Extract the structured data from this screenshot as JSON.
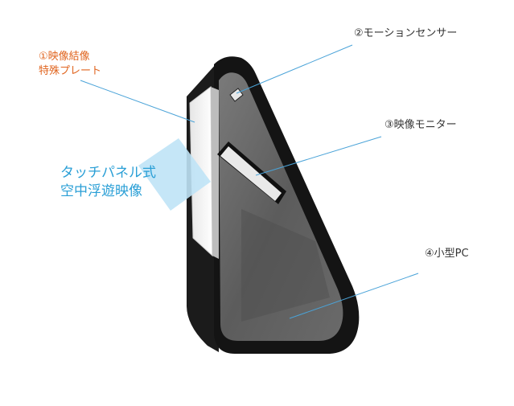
{
  "labels": {
    "plate": {
      "line1": "①映像結像",
      "line2": "特殊プレート"
    },
    "sensor": "②モーションセンサー",
    "monitor": "③映像モニター",
    "pc": "④小型PC",
    "aerial": {
      "line1": "タッチパネル式",
      "line2": "空中浮遊映像"
    }
  },
  "colors": {
    "plate_label": "#e0641e",
    "aerial_label": "#2a9fd6",
    "aerial_image": "#bfe3f6",
    "leader_line": "#4aa3d8",
    "housing": "#141414",
    "glass": "#5a5a5a",
    "plate_panel": "#f4f4f4"
  }
}
